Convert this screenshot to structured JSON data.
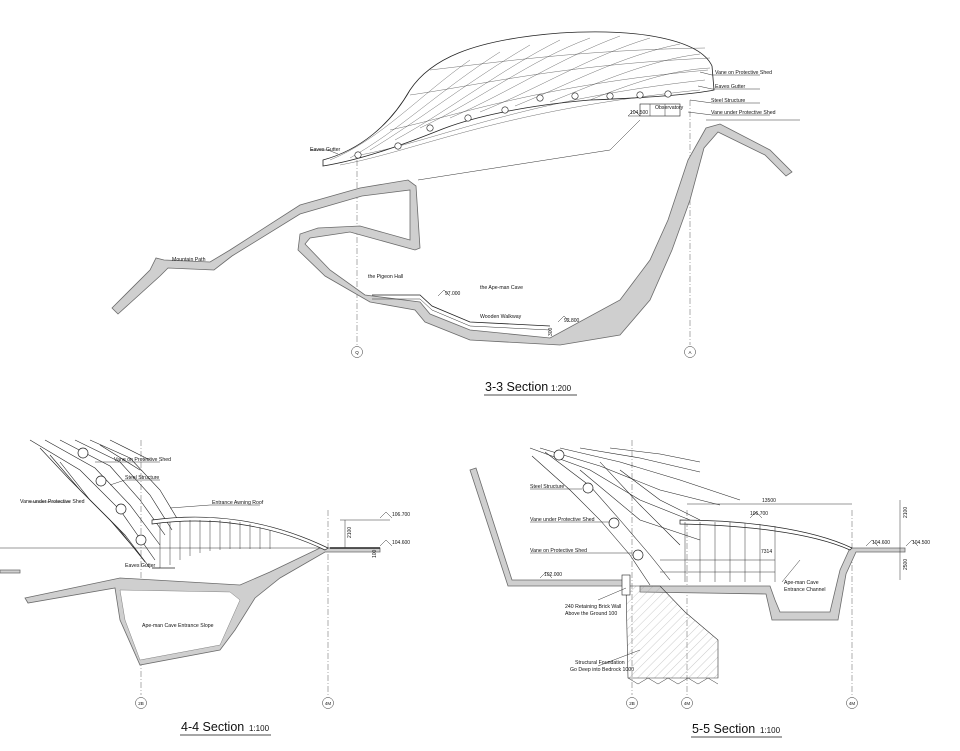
{
  "section_3_3": {
    "title": "3-3 Section",
    "scale": "1:200",
    "labels": {
      "vane_on": "Vane on Protective Shed",
      "eaves_gutter_right": "Eaves Gutter",
      "steel_structure": "Steel Structure",
      "vane_under": "Vane under Protective Shed",
      "observatory": "Observatory",
      "eaves_gutter_left": "Eaves Gutter",
      "mountain_path": "Mountain Path",
      "pigeon_hall": "the Pigeon Hall",
      "apeman_cave": "the Ape-man Cave",
      "wooden_walkway": "Wooden Walkway"
    },
    "elevations": {
      "top": "104.500",
      "mid": "97.000",
      "low": "92.800",
      "step": "300"
    },
    "axes": [
      "Q",
      "A"
    ]
  },
  "section_4_4": {
    "title": "4-4 Section",
    "scale": "1:100",
    "labels": {
      "vane_on": "Vane on Protective Shed",
      "steel_structure": "Steel Structure",
      "vane_under": "Vane under Protective Shed",
      "awning_roof": "Entrance Awning Roof",
      "eaves_gutter": "Eaves Gutter",
      "entrance_slope": "Ape-man Cave Entrance Slope"
    },
    "elevations": {
      "top": "106.700",
      "ground": "104.600",
      "dim_height": "2100",
      "dim_small": "100"
    },
    "axes": [
      "2B",
      "4M"
    ]
  },
  "section_5_5": {
    "title": "5-5 Section",
    "scale": "1:100",
    "labels": {
      "steel_structure": "Steel Structure",
      "vane_under": "Vane under Protective Shed",
      "vane_on": "Vane on Protective Shed",
      "retaining_wall_1": "240 Retaining Brick Wall",
      "retaining_wall_2": "Above the Ground 100",
      "foundation_1": "Structural Foundation",
      "foundation_2": "Go Deep into Bedrock 1000",
      "entrance_channel_1": "Ape-man Cave",
      "entrance_channel_2": "Entrance Channel"
    },
    "elevations": {
      "top": "106.700",
      "ground_left": "102.000",
      "ground_right": "104.500",
      "ground_mid": "104.600",
      "span": "13500",
      "inner": "7314",
      "dim_h1": "2100",
      "dim_h2": "2500"
    },
    "axes": [
      "2B",
      "4M",
      "4M"
    ]
  }
}
